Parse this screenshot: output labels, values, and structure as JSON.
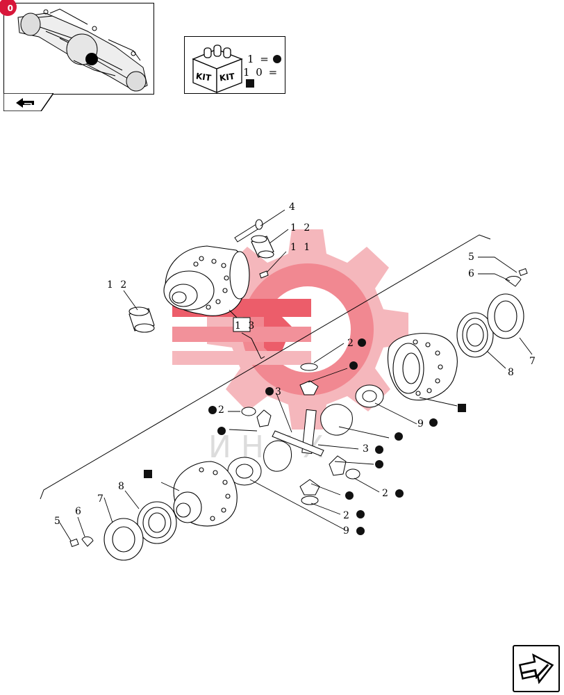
{
  "badge": {
    "text": "0"
  },
  "kit_legend": {
    "kit_label": "KIT",
    "line_1": "1 =",
    "line_2": "1 0 =",
    "symbols": [
      "circle",
      "square"
    ]
  },
  "callouts": {
    "c4": "4",
    "c12a": "1 2",
    "c11": "1 1",
    "c12b": "1 2",
    "c13": "1 3",
    "c5r": "5",
    "c6r": "6",
    "c7r": "7",
    "c8r": "8",
    "c2a": "2",
    "c3a": "3",
    "c2b": "2",
    "c9a": "9",
    "c3b": "3",
    "c2c": "2",
    "c2d": "2",
    "c9b": "9",
    "c5l": "5",
    "c6l": "6",
    "c7l": "7",
    "c8l": "8"
  },
  "icons": {
    "nav": "next-page-arrow-icon",
    "thumb_tab": "return-arrow-icon"
  },
  "colors": {
    "watermark": "#e83a4a",
    "badge": "#d8173a",
    "ink": "#111111"
  }
}
